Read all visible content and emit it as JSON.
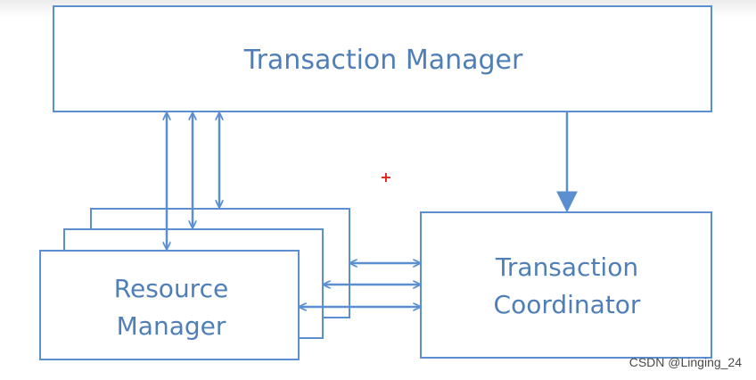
{
  "diagram": {
    "transaction_manager": {
      "label": "Transaction Manager"
    },
    "resource_manager": {
      "line1": "Resource",
      "line2": "Manager"
    },
    "transaction_coordinator": {
      "line1": "Transaction",
      "line2": "Coordinator"
    },
    "marker_symbol": "+"
  },
  "colors": {
    "line": "#5b8fcf",
    "text": "#4f7fb6",
    "marker": "#e0221c"
  },
  "watermark": "CSDN @Linging_24"
}
